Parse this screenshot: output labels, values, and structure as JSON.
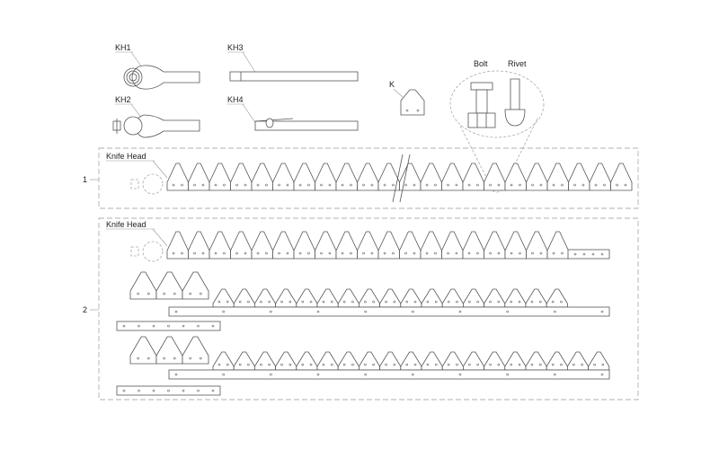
{
  "labels": {
    "kh1": "KH1",
    "kh2": "KH2",
    "kh3": "KH3",
    "kh4": "KH4",
    "k": "K",
    "bolt": "Bolt",
    "rivet": "Rivet",
    "knife_head_1": "Knife Head",
    "knife_head_2": "Knife Head",
    "assembly_1": "1",
    "assembly_2": "2"
  }
}
